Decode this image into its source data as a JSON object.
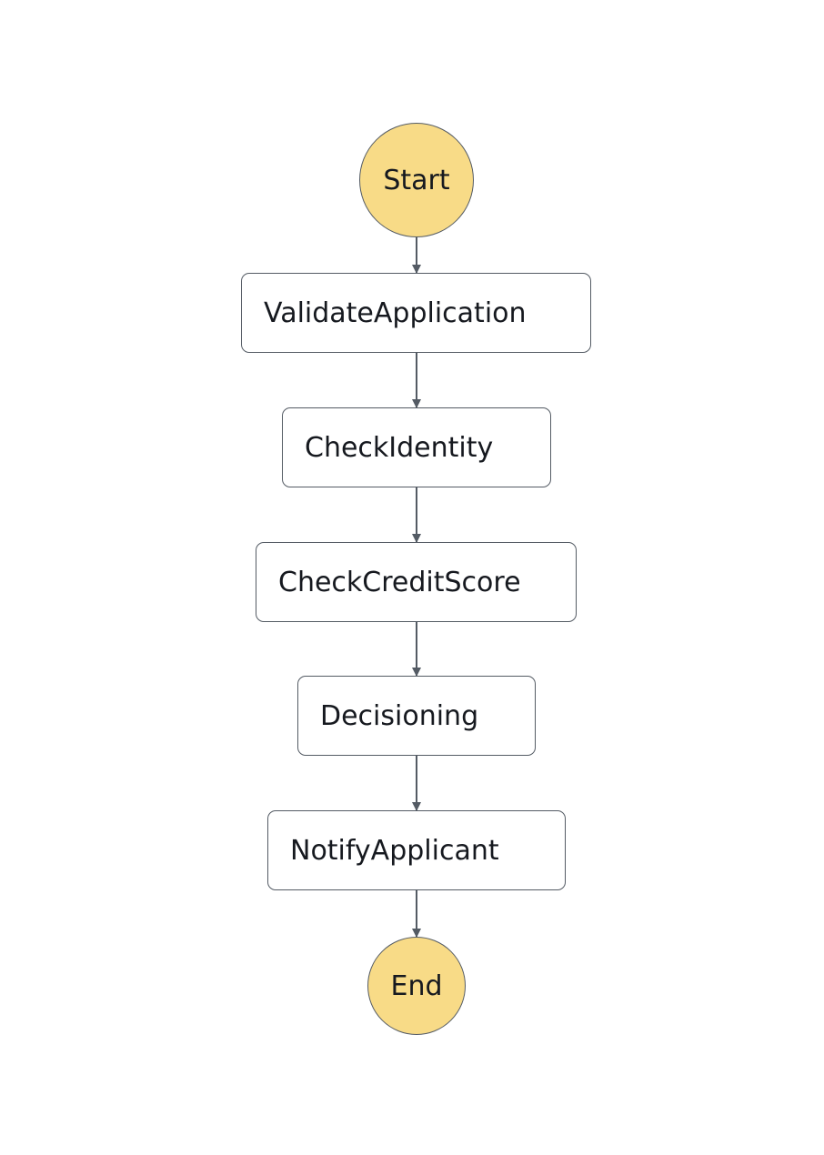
{
  "diagram": {
    "start_label": "Start",
    "end_label": "End",
    "states": [
      {
        "label": "ValidateApplication"
      },
      {
        "label": "CheckIdentity"
      },
      {
        "label": "CheckCreditScore"
      },
      {
        "label": "Decisioning"
      },
      {
        "label": "NotifyApplicant"
      }
    ],
    "colors": {
      "terminal_fill": "#f8db87",
      "border": "#545b64",
      "arrow": "#545b64",
      "text": "#16191f"
    }
  }
}
